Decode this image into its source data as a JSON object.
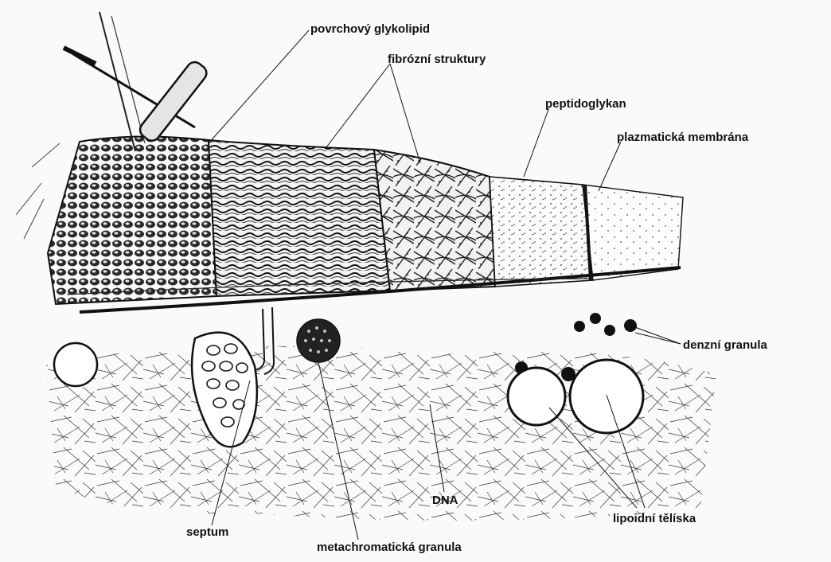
{
  "labels": {
    "surface_glycolipid": "povrchový glykolipid",
    "fibrous_structures": "fibrózní struktury",
    "peptidoglycan": "peptidoglykan",
    "plasma_membrane": "plazmatická membrána",
    "dense_granules": "denzní granula",
    "dna": "DNA",
    "septum": "septum",
    "metachromatic_granule": "metachromatická granula",
    "lipoid_bodies": "lipoidní tělíska"
  },
  "colors": {
    "ink": "#111111",
    "paper": "#fafafa"
  }
}
